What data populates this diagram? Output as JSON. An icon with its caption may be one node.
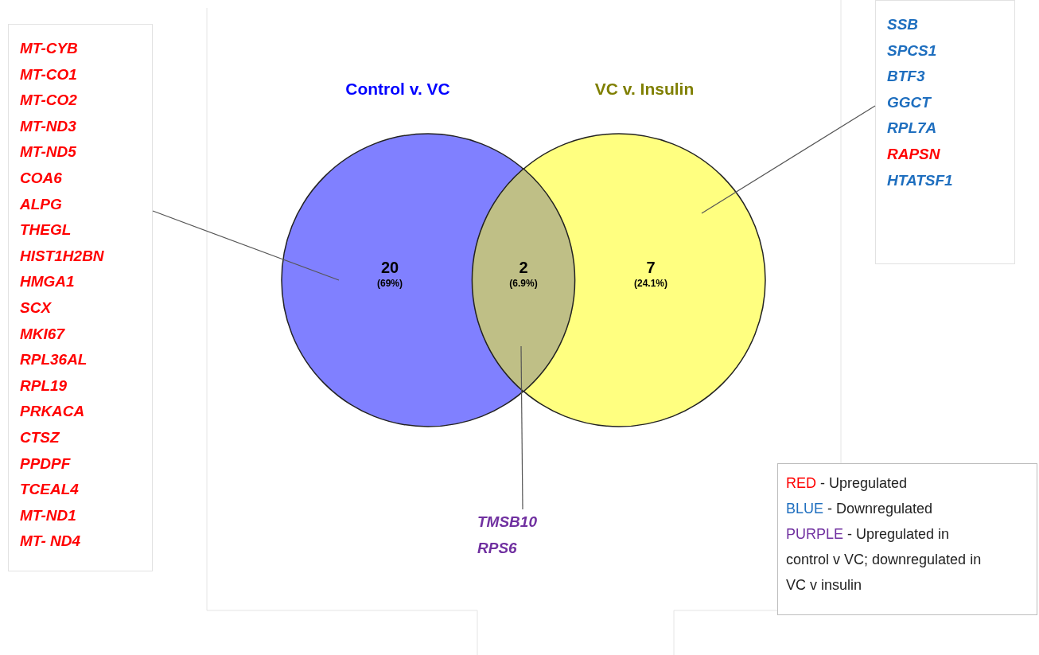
{
  "diagram": {
    "nodes": [
      {
        "text": [
          "Control v. VC",
          "20",
          "(69%)"
        ]
      },
      {
        "text": [
          "VC v. Insulin",
          "7",
          "(24.1%)"
        ]
      },
      {
        "text": [
          "2",
          "(6.9%)"
        ]
      },
      {
        "text": [
          "MT-CYB",
          "MT-CO1",
          "MT-CO2",
          "MT-ND3",
          "MT-ND5",
          "COA6",
          "ALPG",
          "THEGL",
          "HIST1H2BN",
          "HMGA1",
          "SCX",
          "MKI67",
          "RPL36AL",
          "RPL19",
          "PRKACA",
          "CTSZ",
          "PPDPF",
          "TCEAL4",
          "MT-ND1",
          "MT- ND4"
        ]
      },
      {
        "text": [
          "SSB",
          "SPCS1",
          "BTF3",
          "GGCT",
          "RPL7A",
          "RAPSN",
          "HTATSF1"
        ]
      },
      {
        "text": [
          "TMSB10",
          "RPS6"
        ]
      }
    ],
    "edges": [
      {
        "from": 3,
        "to": 0,
        "arrow": "none"
      },
      {
        "from": 4,
        "to": 1,
        "arrow": "none"
      },
      {
        "from": 5,
        "to": 2,
        "arrow": "none"
      }
    ],
    "legend": [
      {
        "text": "RED - Upregulated",
        "color": "#ff0000"
      },
      {
        "text": "BLUE - Downregulated",
        "color": "#1f6fbf"
      },
      {
        "text": "PURPLE - Upregulated in control v VC; downregulated in VC v insulin",
        "color": "#7030a0"
      }
    ]
  }
}
